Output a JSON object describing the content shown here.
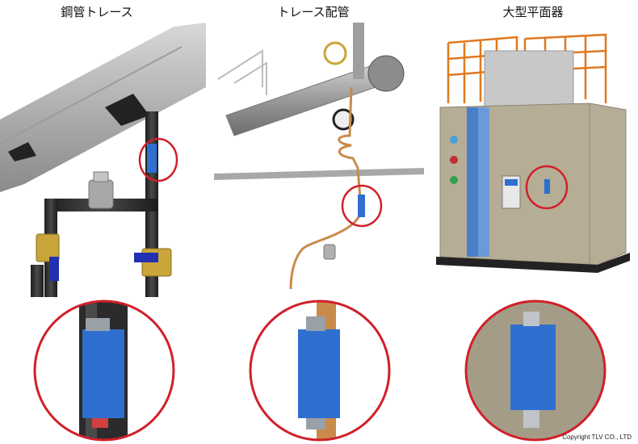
{
  "labels": {
    "steel_trace": "鋼管トレース",
    "tube_trace": "トレース配管",
    "platen": "大型平面器"
  },
  "copyright": "Copyright TLV CO., LTD",
  "colors": {
    "highlight_ring": "#d0202a",
    "sensor_blue": "#2f6fd0",
    "pipe_black": "#2b2b2b",
    "copper": "#c98a4a",
    "insulation_gray": "#b9b9b9",
    "cabinet_beige": "#b5ad96",
    "railing_orange": "#e07820",
    "valve_brass": "#c9a53a",
    "handle_blue": "#2230b0"
  }
}
